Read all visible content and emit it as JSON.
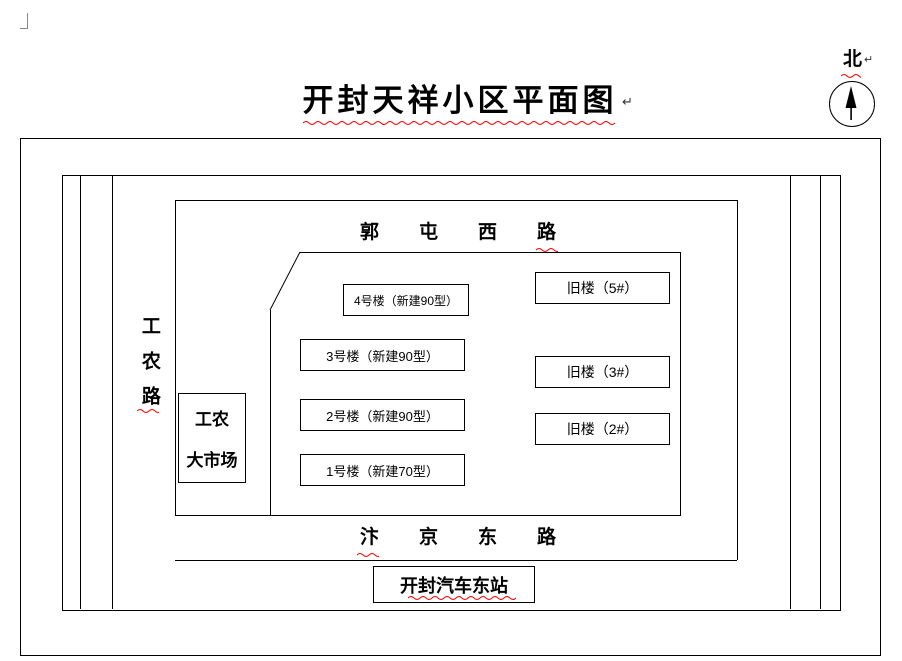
{
  "page": {
    "title": "开封天祥小区平面图",
    "paragraph_mark": "↵"
  },
  "compass": {
    "label": "北",
    "paragraph_mark": "↵"
  },
  "roads": {
    "north": {
      "name": "郭屯西路"
    },
    "south": {
      "name": "汴京东路"
    },
    "west": {
      "name": "工农路"
    }
  },
  "market": {
    "line1": "工农",
    "line2": "大市场"
  },
  "station": {
    "label": "开封汽车东站"
  },
  "buildings": {
    "new": [
      {
        "label": "4号楼（新建90型）"
      },
      {
        "label": "3号楼（新建90型）"
      },
      {
        "label": "2号楼（新建90型）"
      },
      {
        "label": "1号楼（新建70型）"
      }
    ],
    "old": [
      {
        "label": "旧楼（5#）"
      },
      {
        "label": "旧楼（3#）"
      },
      {
        "label": "旧楼（2#）"
      }
    ]
  },
  "colors": {
    "line": "#000000",
    "proofing_underline": "#ff0000"
  }
}
